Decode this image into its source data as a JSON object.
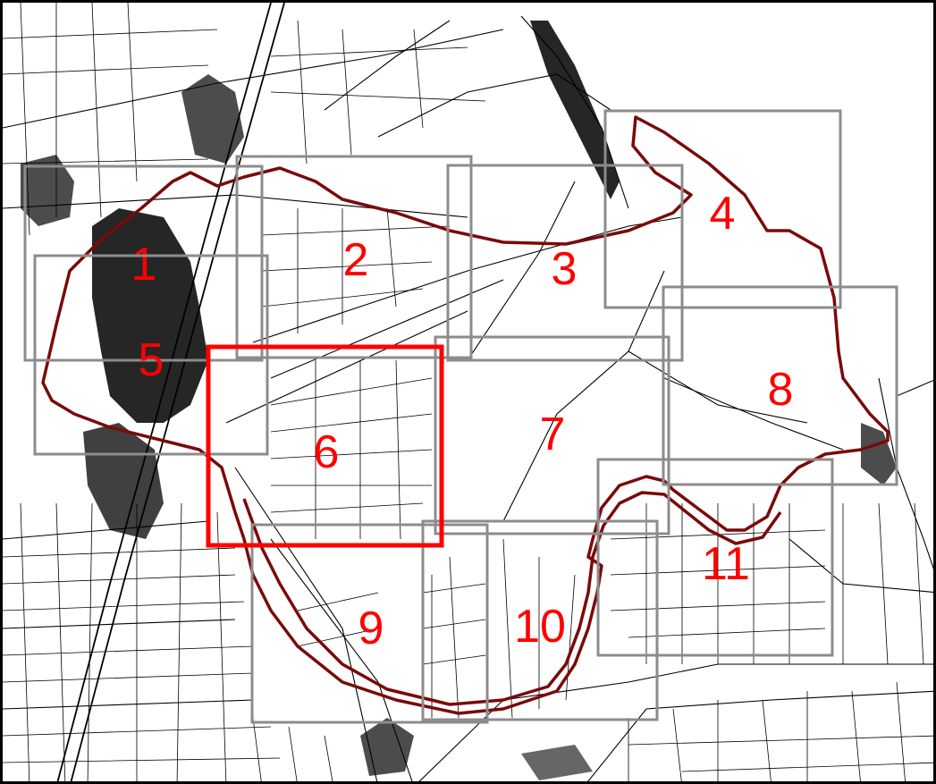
{
  "map": {
    "colors": {
      "road_lines": "#000000",
      "levee": "#7a0a0a",
      "grid_frame": "#8c8c8c",
      "selected_frame": "#ff0000",
      "label": "#ff0000",
      "background": "#ffffff"
    },
    "grid_cells": [
      {
        "label": "1",
        "selected": false
      },
      {
        "label": "2",
        "selected": false
      },
      {
        "label": "3",
        "selected": false
      },
      {
        "label": "4",
        "selected": false
      },
      {
        "label": "5",
        "selected": false
      },
      {
        "label": "6",
        "selected": true
      },
      {
        "label": "7",
        "selected": false
      },
      {
        "label": "8",
        "selected": false
      },
      {
        "label": "9",
        "selected": false
      },
      {
        "label": "10",
        "selected": false
      },
      {
        "label": "11",
        "selected": false
      }
    ]
  }
}
